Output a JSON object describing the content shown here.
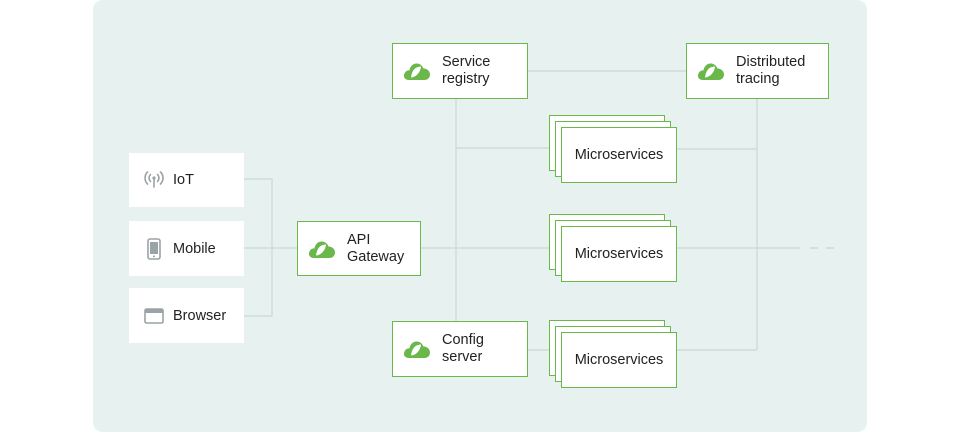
{
  "diagram": {
    "clients": [
      {
        "label": "IoT",
        "icon": "antenna-icon"
      },
      {
        "label": "Mobile",
        "icon": "mobile-phone-icon"
      },
      {
        "label": "Browser",
        "icon": "browser-window-icon"
      }
    ],
    "gateway": {
      "label": "API\nGateway",
      "icon": "spring-leaf-icon"
    },
    "service_registry": {
      "label": "Service\nregistry",
      "icon": "spring-leaf-icon"
    },
    "config_server": {
      "label": "Config\nserver",
      "icon": "spring-leaf-icon"
    },
    "distributed_tracing": {
      "label": "Distributed\ntracing",
      "icon": "spring-leaf-icon"
    },
    "microservices": [
      {
        "label": "Microservices"
      },
      {
        "label": "Microservices"
      },
      {
        "label": "Microservices"
      }
    ]
  },
  "colors": {
    "panel_background": "#e7f1ef",
    "accent_green": "#6ab74a",
    "connector_line": "#c9d9d5",
    "icon_gray": "#9aa3a5"
  }
}
